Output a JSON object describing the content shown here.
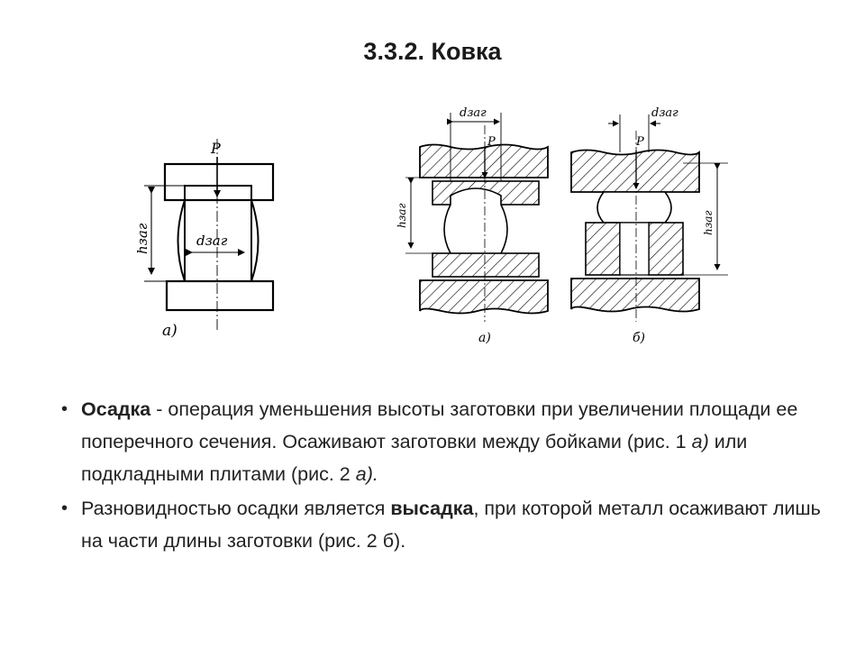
{
  "title": "3.3.2. Ковка",
  "figure1": {
    "force_label": "P",
    "height_label": "hзаг",
    "diameter_label": "dзаг",
    "caption": "а)"
  },
  "figure2": {
    "a": {
      "force_label": "P",
      "height_label": "hзаг",
      "diameter_label": "dзаг",
      "caption": "а)"
    },
    "b": {
      "force_label": "P",
      "height_label": "hзаг",
      "diameter_label": "dзаг",
      "caption": "б)"
    }
  },
  "bullets": [
    {
      "term": "Осадка",
      "text1": " - операция уменьшения высоты заготовки при увеличении площади ее поперечного сечения. Осаживают заготовки между бойками (рис. 1 ",
      "ref1": "а)",
      "text2": " или подкладными плитами (рис. 2 ",
      "ref2": "а)."
    },
    {
      "text1": "Разновидностью осадки является ",
      "term": "высадка",
      "text2": ", при которой металл осаживают лишь на части длины заготовки (рис. 2 б)."
    }
  ]
}
